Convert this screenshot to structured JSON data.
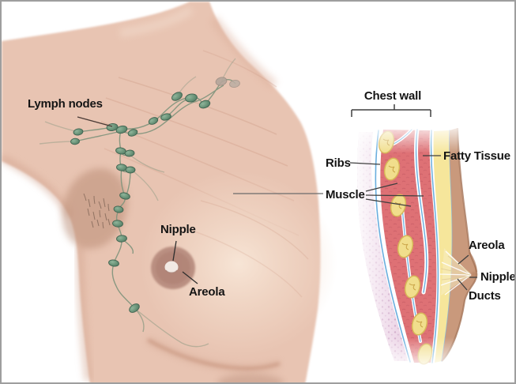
{
  "illustration": {
    "front_view": {
      "labels": {
        "lymph_nodes": "Lymph nodes",
        "nipple": "Nipple",
        "areola": "Areola"
      }
    },
    "cross_section": {
      "labels": {
        "chest_wall": "Chest wall",
        "ribs": "Ribs",
        "muscle": "Muscle",
        "fatty_tissue": "Fatty Tissue",
        "areola": "Areola",
        "nipple": "Nipple",
        "ducts": "Ducts"
      }
    },
    "colors": {
      "skin": "#e8c4b2",
      "skin_shadow": "#c99d8a",
      "lymph_node_green": "#5e8a71",
      "muscle_red": "#de7175",
      "rib_yellow": "#f1de8c",
      "fat_yellow": "#f6e69b",
      "fascia_blue": "#6aaede",
      "chest_lining_purple": "#ecd4e6",
      "cross_section_skin": "#c9997c",
      "label_text": "#141414",
      "frame_border": "#9e9e9e"
    }
  }
}
